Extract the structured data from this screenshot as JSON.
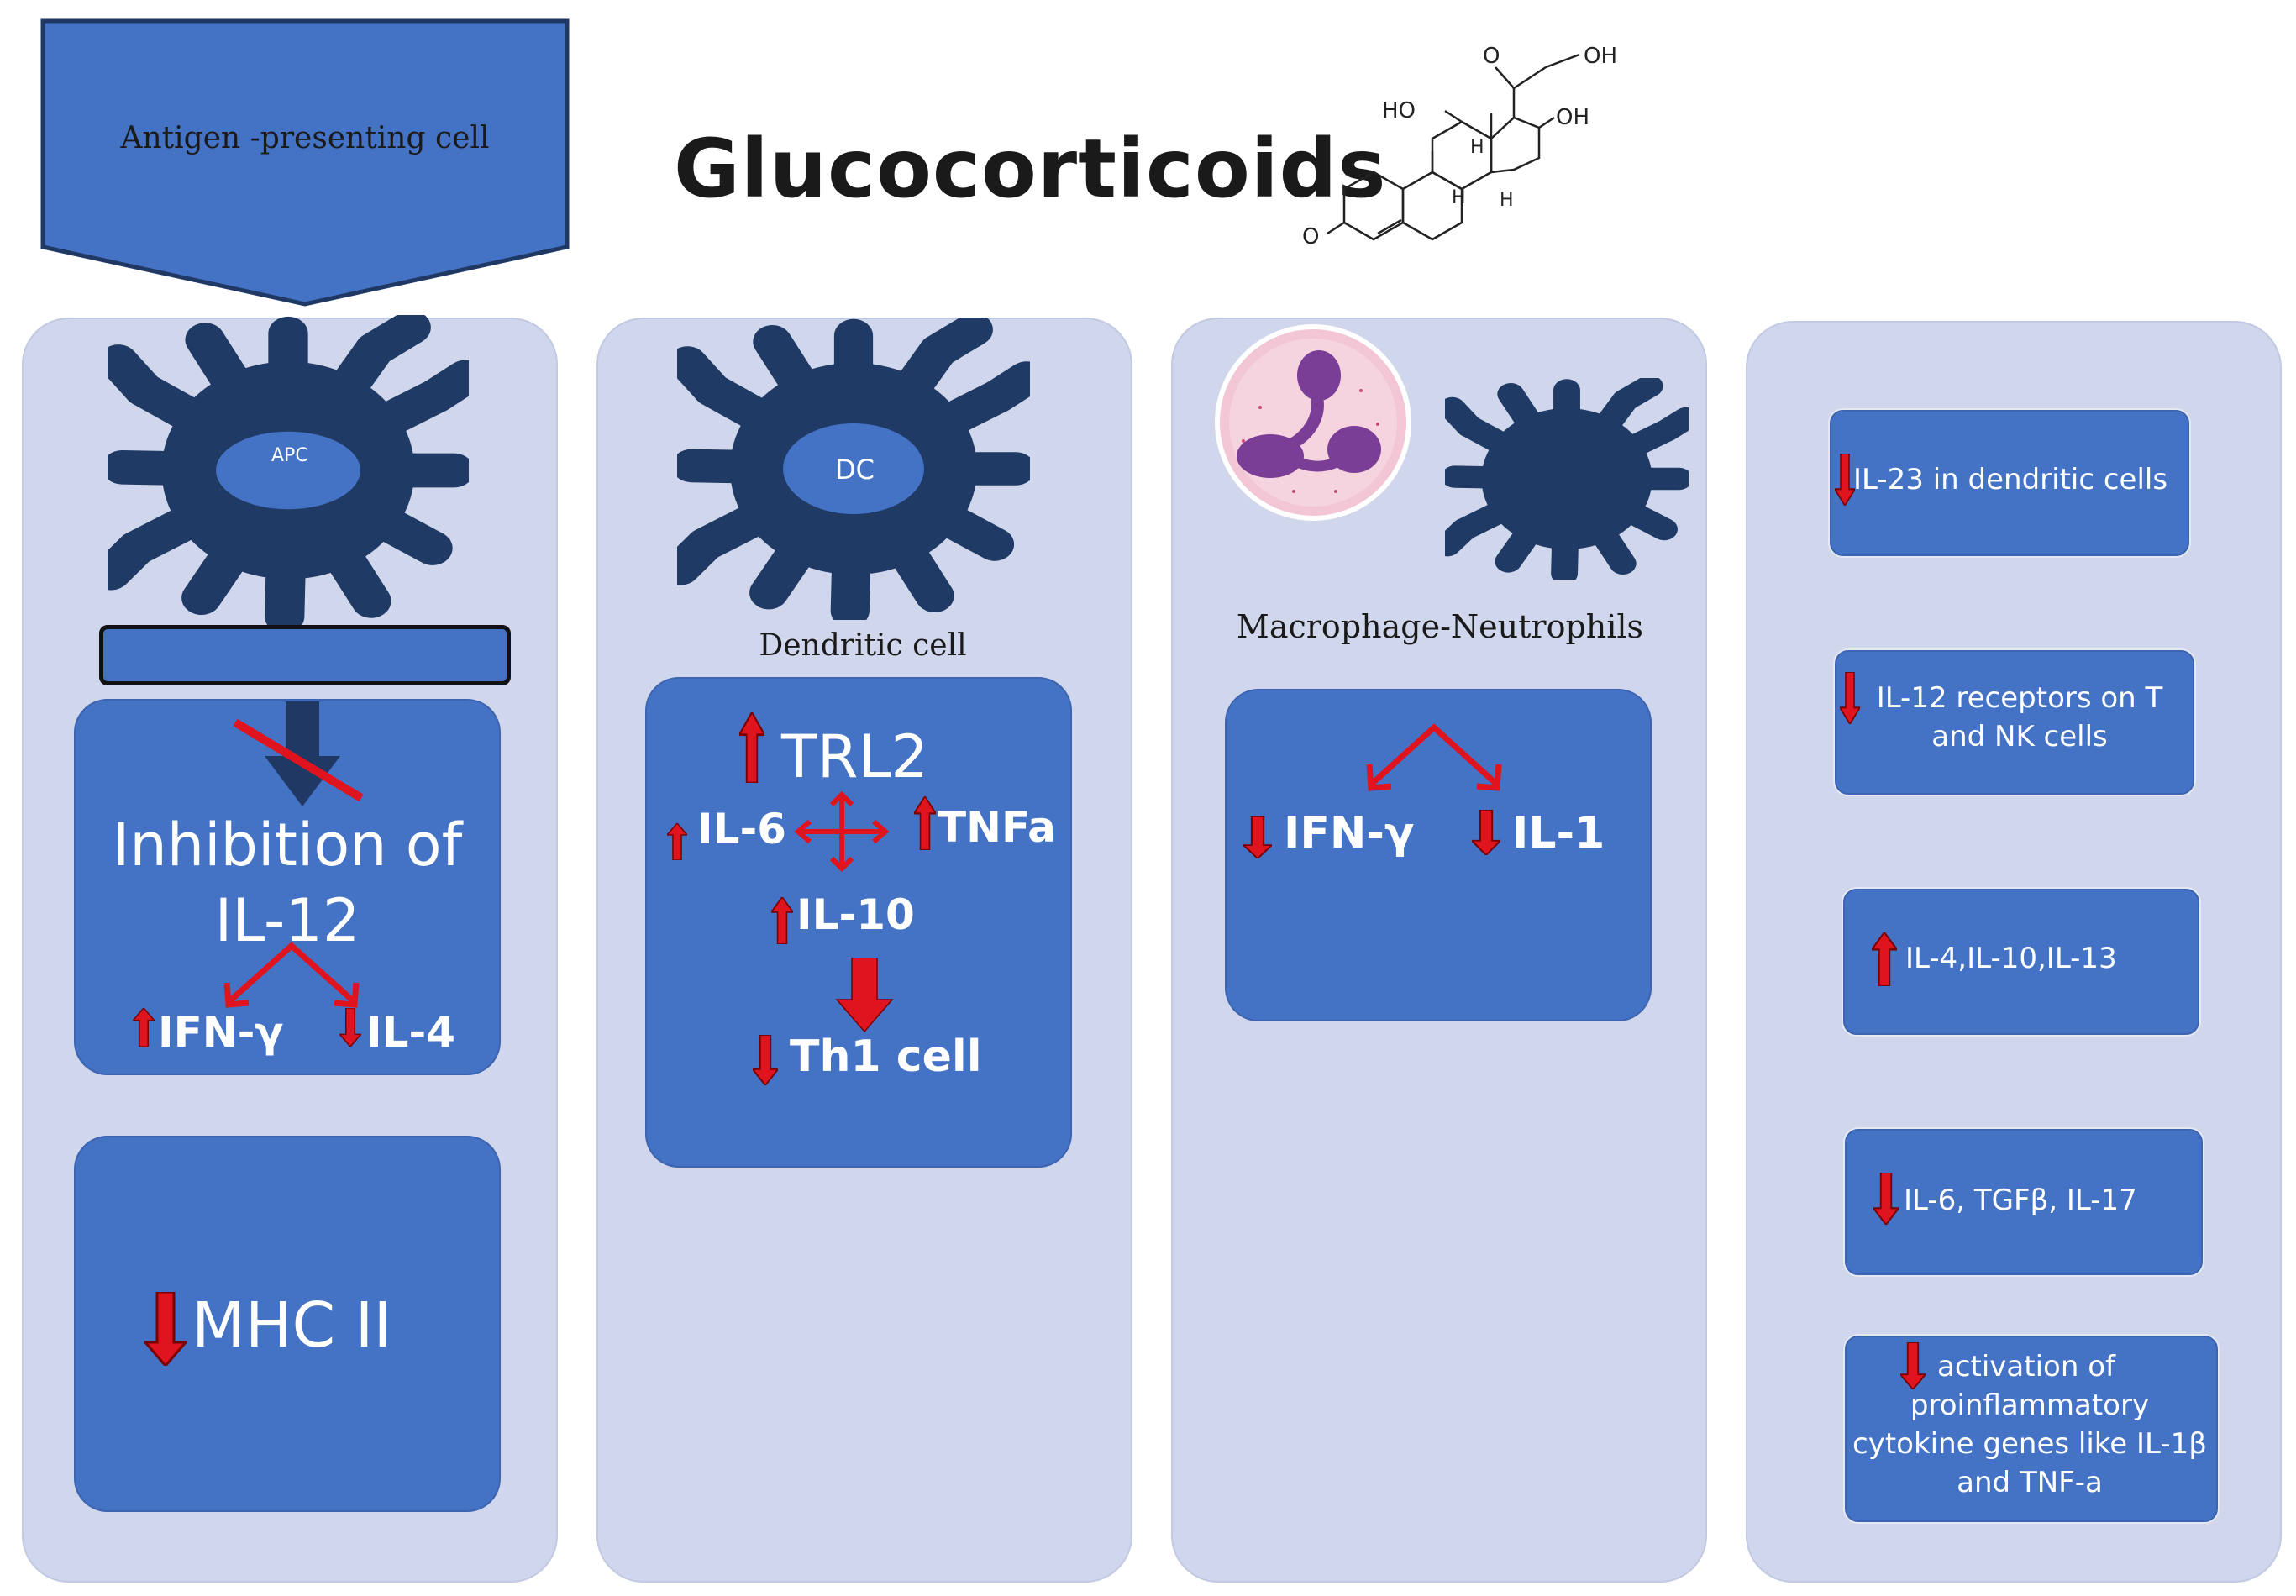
{
  "header": {
    "apc_banner_label": "Antigen -presenting cell",
    "title": "Glucocorticoids"
  },
  "molecule": {
    "ho_left": "HO",
    "oh_top": "OH",
    "oh_right": "OH",
    "o_top": "O",
    "o_left": "O",
    "h1": "H",
    "h2": "H",
    "h3": "H"
  },
  "panel_apc": {
    "cell_label": "APC",
    "inhibition_line1": "Inhibition of",
    "inhibition_line2": "IL-12",
    "left_effect": "IFN-γ",
    "right_effect": "IL-4",
    "mhc_label": "MHC II"
  },
  "panel_dc": {
    "cell_label": "DC",
    "caption": "Dendritic cell",
    "trl2": "TRL2",
    "il6": "IL-6",
    "tnfa": "TNFa",
    "il10": "IL-10",
    "th1": "Th1 cell"
  },
  "panel_macro": {
    "caption": "Macrophage-Neutrophils",
    "left_effect": "IFN-γ",
    "right_effect": "IL-1"
  },
  "panel_effects": {
    "items": [
      {
        "direction": "down",
        "text": "IL-23 in dendritic cells"
      },
      {
        "direction": "down",
        "text_line1": "IL-12 receptors on T",
        "text_line2": "and NK cells"
      },
      {
        "direction": "up",
        "text": "IL-4,IL-10,IL-13"
      },
      {
        "direction": "down",
        "text": "IL-6, TGFβ,  IL-17"
      },
      {
        "direction": "down",
        "text_line1": "activation of",
        "text_line2": "proinflammatory",
        "text_line3": "cytokine genes like IL-1β",
        "text_line4": "and TNF-a"
      }
    ]
  },
  "colors": {
    "panel_bg": "#d0d6eb",
    "box_blue": "#4472c4",
    "cell_navy": "#1f3a64",
    "arrow_red": "#e0141e"
  }
}
